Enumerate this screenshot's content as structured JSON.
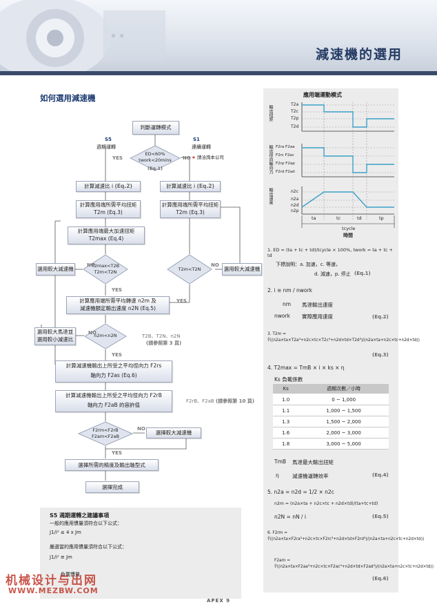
{
  "header": {
    "title": "減速機的選用"
  },
  "section_title": "如何選用減速機",
  "flow": {
    "start": "判斷運轉模式",
    "s5_code": "S5",
    "s5_label": "週期運轉",
    "s1_code": "S1",
    "s1_label": "連續運轉",
    "s1_note": "請洽詢本公司",
    "d1_line1": "ED<60%",
    "d1_line2": "twork<20mins",
    "d1_ref": "(Eq.1)",
    "yes": "YES",
    "no": "NO",
    "ratio_left": "計算減速比 i",
    "ratio_left_ref": "(Eq.2)",
    "ratio_right": "計算減速比 i",
    "ratio_right_ref": "(Eq.2)",
    "torque_left": "計算應用端所需平均扭矩",
    "torque_left_sub": "T2m (Eq.3)",
    "torque_right": "計算應用端所需平均扭矩",
    "torque_right_sub": "T2m (Eq.3)",
    "accel": "計算應用端最大加速扭矩",
    "accel_sub": "T2max (Eq.4)",
    "d2_line1": "T2max<T2B",
    "d2_line2": "T2m<T2N",
    "d3_line1": "T2m<T2N",
    "bigger1": "選用較大減速機",
    "bigger2": "選用較大減速機",
    "speed_line1": "計算應用端所需平均轉速 n2m 及",
    "speed_line2": "減速機額定輸出速度 n2N (Eq.5)",
    "d4_line1": "n2m<n2N",
    "motor_line1": "選用較大馬達並",
    "motor_line2": "選用較小減速比",
    "ref_p3_syms": "T2B、T2N、n2N",
    "ref_p3": "(請參照第 3 頁)",
    "radial_line1": "計算減速機輸出上所受之平均徑向力 F2rs",
    "radial_line2": "軸向力 F2as (Eq.6)",
    "radial2_line1": "計算減速機輸出上所受之平均徑向力 F2rB",
    "radial2_line2": "軸向力 F2aB 的容許值",
    "ref_p10_syms": "F2rB、F2aB",
    "ref_p10": "(請參照第 10 頁)",
    "d5_line1": "F2rm<F2rB",
    "d5_line2": "F2am<F2aB",
    "bigger3": "選擇較大減速機",
    "accuracy": "選擇所需的精度及輸出軸型式",
    "done": "選擇完成"
  },
  "notes": {
    "title": "S5 週期運轉之建議事項",
    "line1": "一般的應用慣量須符合以下公式：",
    "formula1": "J1/i² ≤ 4 x Jm",
    "line2": "嚴選當的應用慣量須符合以下公式：",
    "formula2": "J1/i² ≅ Jm",
    "line3": "負載慣量"
  },
  "motion_chart": {
    "title": "應用端運動模式",
    "torque_axis": "輸出扭矩",
    "force_axis": "輸出徑向軸向力",
    "speed_axis": "輸出速度",
    "time_axis": "時間",
    "t_labels": [
      "T2a",
      "T2c",
      "T2p",
      "T2d"
    ],
    "f_labels": [
      "F2ra F2aa",
      "F2rc F2ac",
      "F2rp F2ap",
      "F2rd F2ad"
    ],
    "n_labels": [
      "n2c",
      "n2a",
      "n2d",
      "n2p"
    ],
    "segments": [
      "ta",
      "tc",
      "td",
      "tp"
    ],
    "tcycle": "tcycle"
  },
  "equations": {
    "e1": "1. ED = (ta + tc + td)/tcycle × 100%, twork = ta + tc + td",
    "e1_note": "下標說明：a. 加速，c. 等速，",
    "e1_note2": "d. 減速，p. 停止",
    "e1_ref": "(Eq.1)",
    "e2": "2. i ≅ nm / nwork",
    "e2_nm": "nm",
    "e2_nm_desc": "馬達輸出速度",
    "e2_nwork": "nwork",
    "e2_nwork_desc": "實際應用速度",
    "e2_ref": "(Eq.2)",
    "e3": "3. T2m = ∛((n2a×ta×T2a³+n2c×tc×T2c³+n2d×td×T2d³)/(n2a×ta+n2c×tc+n2d×td))",
    "e3_ref": "(Eq.3)",
    "e4": "4. T2max = TmB × i × ks × η",
    "ks_title": "Ks 負載係數",
    "ks_headers": [
      "Ks",
      "週期次數／小時"
    ],
    "ks_rows": [
      [
        "1.0",
        "0 ~ 1,000"
      ],
      [
        "1.1",
        "1,000 ~ 1,500"
      ],
      [
        "1.3",
        "1,500 ~ 2,000"
      ],
      [
        "1.6",
        "2,000 ~ 3,000"
      ],
      [
        "1.8",
        "3,000 ~ 5,000"
      ]
    ],
    "tmb": "TmB",
    "tmb_desc": "馬達最大輸出扭矩",
    "eta": "η",
    "eta_desc": "減速機運轉效率",
    "e4_ref": "(Eq.4)",
    "e5a": "5. n2a = n2d = 1/2 × n2c",
    "e5b": "n2m = (n2a×ta + n2c×tc + n2d×td)/(ta+tc+td)",
    "e5c": "n2N = nN / i",
    "e5_ref": "(Eq.5)",
    "e6a": "6. F2rm = ∛((n2a×ta×F2ra³+n2c×tc×F2rc³+n2d×td×F2rd³)/(n2a×ta+n2c×tc+n2d×td))",
    "e6b": "F2am = ∛((n2a×ta×F2aa³+n2c×tc×F2ac³+n2d×td×F2ad³)/(n2a×ta+n2c×tc+n2d×td))",
    "e6_ref": "(Eq.6)"
  },
  "watermark": {
    "cn": "机械设计与出网",
    "url": "WWW.MEZBW.COM"
  },
  "footer": "APEX 9",
  "colors": {
    "accent": "#1d3a72",
    "title": "#243a64",
    "chart_line": "#3aa0c8"
  }
}
